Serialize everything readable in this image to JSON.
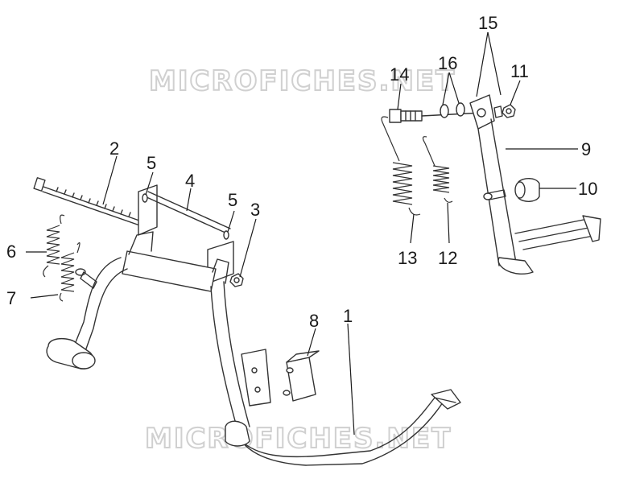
{
  "watermarks": [
    "MICROFICHES.NET",
    "MICROFICHES.NET"
  ],
  "callouts": {
    "c1": "1",
    "c2": "2",
    "c3": "3",
    "c4": "4",
    "c5a": "5",
    "c5b": "5",
    "c6": "6",
    "c7": "7",
    "c8": "8",
    "c9": "9",
    "c10": "10",
    "c11": "11",
    "c12": "12",
    "c13": "13",
    "c14": "14",
    "c15": "15",
    "c16": "16"
  },
  "colors": {
    "line": "#333333",
    "watermark": "#d0d0d0",
    "background": "#ffffff"
  }
}
